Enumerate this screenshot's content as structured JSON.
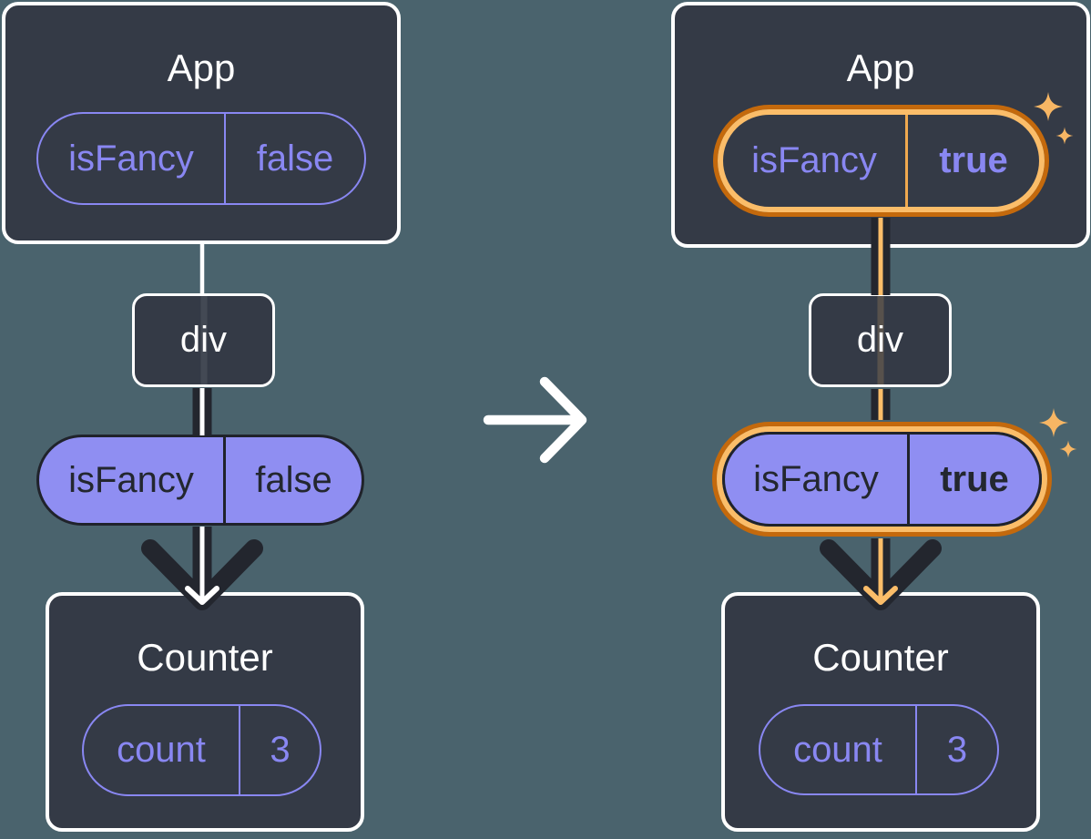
{
  "diagram": {
    "description": "React state passed down as prop: before and after isFancy toggles",
    "background": "#4A636D"
  },
  "colors": {
    "card_bg": "#343A46",
    "card_border": "#FFFFFF",
    "purple": "#8987F2",
    "purple_fill": "#8F8EF2",
    "dark_text": "#23272F",
    "arrow_dark": "#23262E",
    "orange_dark": "#C4690C",
    "orange_light": "#FBBD69",
    "orange_divider": "#EFA94F",
    "sparkle": "#F7B664",
    "white": "#FFFFFF"
  },
  "before_tree": {
    "app": {
      "title": "App",
      "state_key": "isFancy",
      "state_value": "false"
    },
    "div_node": {
      "label": "div"
    },
    "passed_prop": {
      "key": "isFancy",
      "value": "false"
    },
    "counter": {
      "title": "Counter",
      "state_key": "count",
      "state_value": "3"
    }
  },
  "after_tree": {
    "app": {
      "title": "App",
      "state_key": "isFancy",
      "state_value": "true"
    },
    "div_node": {
      "label": "div"
    },
    "passed_prop": {
      "key": "isFancy",
      "value": "true"
    },
    "counter": {
      "title": "Counter",
      "state_key": "count",
      "state_value": "3"
    }
  }
}
